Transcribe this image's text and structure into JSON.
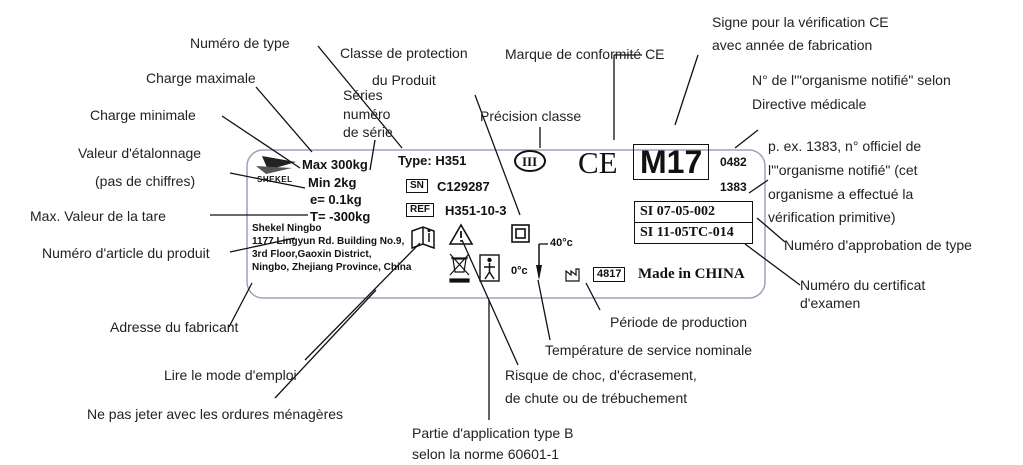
{
  "captions": {
    "type_number": "Numéro de type",
    "protection_class": "Classe de protection",
    "of_product": "du Produit",
    "ce_mark": "Marque de conformité CE",
    "ce_verification_line1": "Signe pour la vérification CE",
    "ce_verification_line2": "avec année de fabrication",
    "notified_body_line1": "N° de l'\"organisme notifié\" selon",
    "notified_body_line2": "Directive médicale",
    "max_load": "Charge maximale",
    "series_line1": "Séries",
    "series_line2": "numéro",
    "series_line3": "de série",
    "accuracy_class": "Précision classe",
    "min_load": "Charge minimale",
    "calibration_line1": "Valeur d'étalonnage",
    "calibration_line2": "(pas de chiffres)",
    "tare": "Max. Valeur de la tare",
    "article_number": "Numéro d'article du produit",
    "example_line1": "p. ex. 1383, n° officiel de",
    "example_line2": "l'\"organisme notifié\" (cet",
    "example_line3": "organisme a effectué la",
    "example_line4": "vérification primitive)",
    "type_approval": "Numéro d'approbation de type",
    "certificate_line1": "Numéro du certificat",
    "certificate_line2": "d'examen",
    "manufacturer_address": "Adresse du fabricant",
    "production_period": "Période de production",
    "nominal_temperature": "Température de service nominale",
    "read_manual": "Lire le mode d'emploi",
    "shock_risk_line1": "Risque de choc, d'écrasement,",
    "shock_risk_line2": "de chute ou de trébuchement",
    "no_household_waste": "Ne pas jeter avec les ordures ménagères",
    "applied_part_line1": "Partie d'application type B",
    "applied_part_line2": "selon la norme 60601-1"
  },
  "label": {
    "brand": "SHEKEL",
    "max": "Max 300kg",
    "min": "Min 2kg",
    "e": "e= 0.1kg",
    "tare": "T= -300kg",
    "type": "Type: H351",
    "sn_tag": "SN",
    "sn_value": "C129287",
    "ref_tag": "REF",
    "ref_value": "H351-10-3",
    "accuracy_class": "III",
    "ce": "CE",
    "m17": "M17",
    "nb_0482": "0482",
    "nb_1383": "1383",
    "approval_1": "SI 07-05-002",
    "approval_2": "SI 11-05TC-014",
    "address_1": "Shekel Ningbo",
    "address_2": "1177 Lingyun Rd. Building No.9,",
    "address_3": "3rd Floor,Gaoxin District,",
    "address_4": "Ningbo, Zhejiang Province, China",
    "temp_max": "40°c",
    "temp_min": "0°c",
    "production": "4817",
    "made_in": "Made in CHINA"
  },
  "colors": {
    "ink": "#111111",
    "caption": "#222222",
    "plate_border": "#9aa4b8"
  },
  "icons": [
    "book-info-icon",
    "warning-triangle-icon",
    "class-ii-square-icon",
    "thermometer-icon",
    "factory-icon",
    "crossed-bin-icon",
    "type-b-person-icon",
    "shekel-logo-icon"
  ]
}
